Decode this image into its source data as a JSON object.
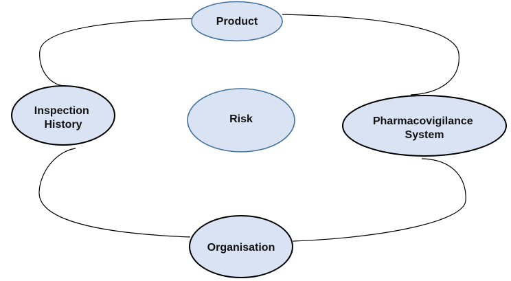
{
  "colors": {
    "background": "#ffffff",
    "node_fill": "#dae3f3",
    "accent_stroke": "#41719c",
    "dark_stroke": "#000000",
    "connector": "#000000"
  },
  "nodes": {
    "product": {
      "lines": [
        "Product"
      ]
    },
    "risk": {
      "lines": [
        "Risk"
      ]
    },
    "inspection_history": {
      "lines": [
        "Inspection",
        "History"
      ]
    },
    "pharmacovigilance_system": {
      "lines": [
        "Pharmacovigilance",
        "System"
      ]
    },
    "organisation": {
      "lines": [
        "Organisation"
      ]
    }
  }
}
